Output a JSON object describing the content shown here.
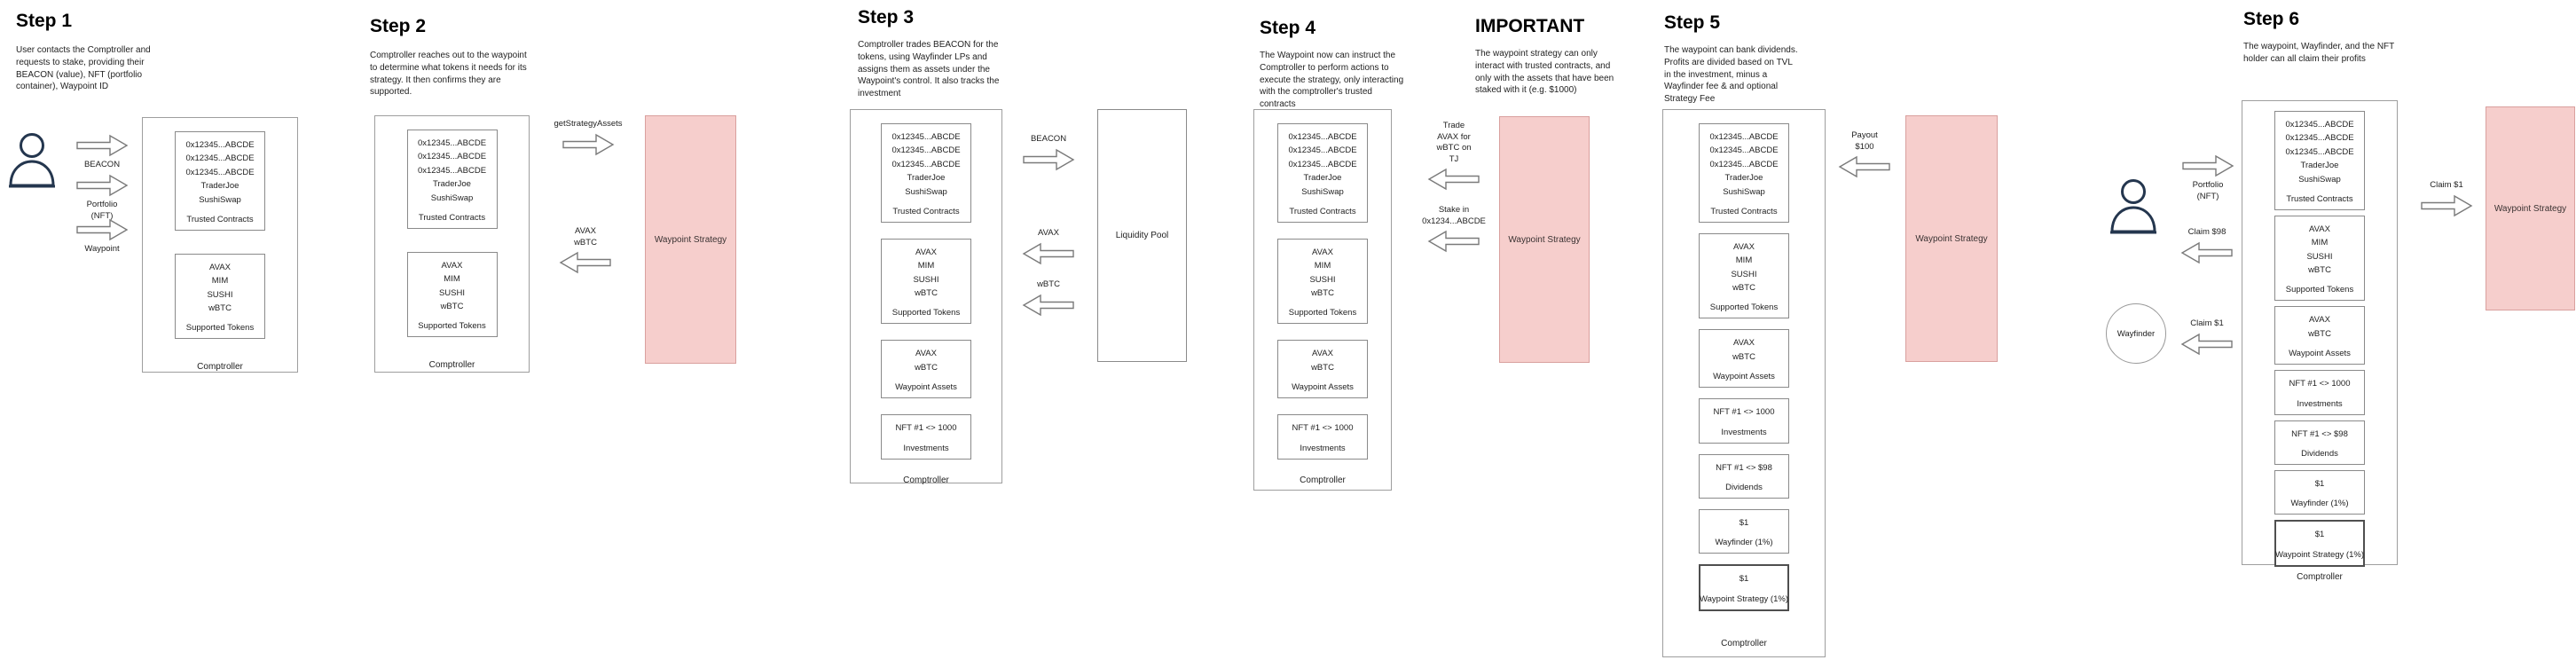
{
  "colors": {
    "pink_fill": "#f6cecc",
    "pink_border": "#d9a09e",
    "person_stroke": "#24364e"
  },
  "entities": {
    "comptroller": "Comptroller",
    "waypoint_strategy": "Waypoint Strategy",
    "liquidity_pool": "Liquidity Pool",
    "wayfinder": "Wayfinder"
  },
  "boxes": {
    "trusted_contracts": {
      "items": [
        "0x12345...ABCDE",
        "0x12345...ABCDE",
        "0x12345...ABCDE",
        "TraderJoe",
        "SushiSwap"
      ],
      "label": "Trusted Contracts"
    },
    "supported_tokens": {
      "items": [
        "AVAX",
        "MIM",
        "SUSHI",
        "wBTC"
      ],
      "label": "Supported Tokens"
    },
    "waypoint_assets": {
      "items": [
        "AVAX",
        "wBTC"
      ],
      "label": "Waypoint Assets"
    },
    "investments": {
      "items": [
        "NFT #1 <> 1000"
      ],
      "label": "Investments"
    },
    "dividends": {
      "items": [
        "NFT #1 <> $98"
      ],
      "label": "Dividends"
    },
    "wayfinder_fee": {
      "items": [
        "$1"
      ],
      "label": "Wayfinder (1%)"
    },
    "strategy_fee": {
      "items": [
        "$1"
      ],
      "label": "Waypoint Strategy (1%)"
    }
  },
  "steps": {
    "step1": {
      "title": "Step 1",
      "description": "User contacts the Comptroller and requests to stake, providing their BEACON (value), NFT (portfolio container), Waypoint ID",
      "arrow_beacon": "BEACON",
      "arrow_portfolio": "Portfolio\n(NFT)",
      "arrow_waypoint": "Waypoint"
    },
    "step2": {
      "title": "Step 2",
      "description": "Comptroller reaches out to the waypoint to determine what tokens it needs for its strategy. It then confirms they are supported.",
      "arrow_get_strategy_assets": "getStrategyAssets",
      "arrow_tokens_back": "AVAX\nwBTC"
    },
    "step3": {
      "title": "Step 3",
      "description": "Comptroller trades BEACON for the tokens, using Wayfinder LPs and assigns them as assets under the Waypoint's control. It also tracks the investment",
      "arrow_beacon": "BEACON",
      "arrow_avax": "AVAX",
      "arrow_wbtc": "wBTC"
    },
    "step4": {
      "title": "Step 4",
      "description": "The Waypoint now can instruct the Comptroller to perform actions to execute the strategy, only interacting with the comptroller's trusted contracts",
      "arrow_trade": "Trade\nAVAX for\nwBTC on\nTJ",
      "arrow_stake": "Stake in\n0x1234...ABCDE"
    },
    "important": {
      "title": "IMPORTANT",
      "description": "The waypoint strategy can only interact with trusted contracts, and only with the assets that have been staked with it (e.g. $1000)"
    },
    "step5": {
      "title": "Step 5",
      "description": "The waypoint can bank dividends. Profits are divided based on TVL in the investment, minus a Wayfinder fee & and optional Strategy Fee",
      "arrow_payout": "Payout\n$100"
    },
    "step6": {
      "title": "Step 6",
      "description": "The waypoint, Wayfinder, and the NFT holder can all claim their profits",
      "arrow_portfolio": "Portfolio\n(NFT)",
      "arrow_claim_user": "Claim $98",
      "arrow_claim_wayfinder": "Claim $1",
      "arrow_claim_strategy": "Claim $1"
    }
  }
}
